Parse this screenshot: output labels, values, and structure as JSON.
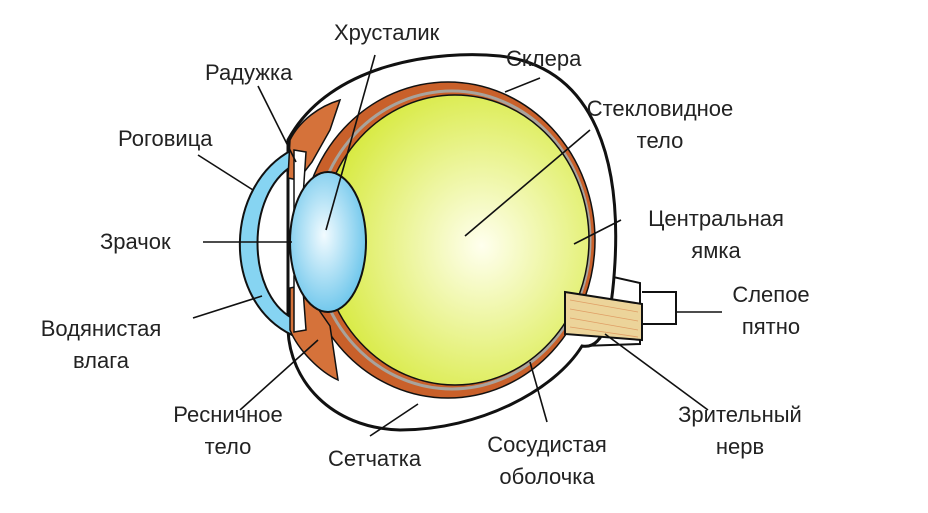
{
  "colors": {
    "sclera_fill": "#ffffff",
    "outline": "#111111",
    "choroid": "#c9602a",
    "retina": "#a8a39c",
    "vitreous_center": "#ffffee",
    "vitreous_edge": "#d6e93a",
    "lens_center": "#f2fbff",
    "lens_edge": "#63c2ea",
    "cornea": "#86d4f2",
    "optic_nerve": "#ecd49a",
    "ciliary_body": "#d5723a"
  },
  "labels": {
    "lens": "Хрусталик",
    "sclera": "Склера",
    "iris": "Радужка",
    "vitreous_1": "Стекловидное",
    "vitreous_2": "тело",
    "cornea": "Роговица",
    "fovea_1": "Центральная",
    "fovea_2": "ямка",
    "pupil": "Зрачок",
    "blind_spot_1": "Слепое",
    "blind_spot_2": "пятно",
    "aqueous_1": "Водянистая",
    "aqueous_2": "влага",
    "ciliary_1": "Ресничное",
    "ciliary_2": "тело",
    "retina": "Сетчатка",
    "choroid_1": "Сосудистая",
    "choroid_2": "оболочка",
    "optic_nerve_1": "Зрительный",
    "optic_nerve_2": "нерв"
  }
}
